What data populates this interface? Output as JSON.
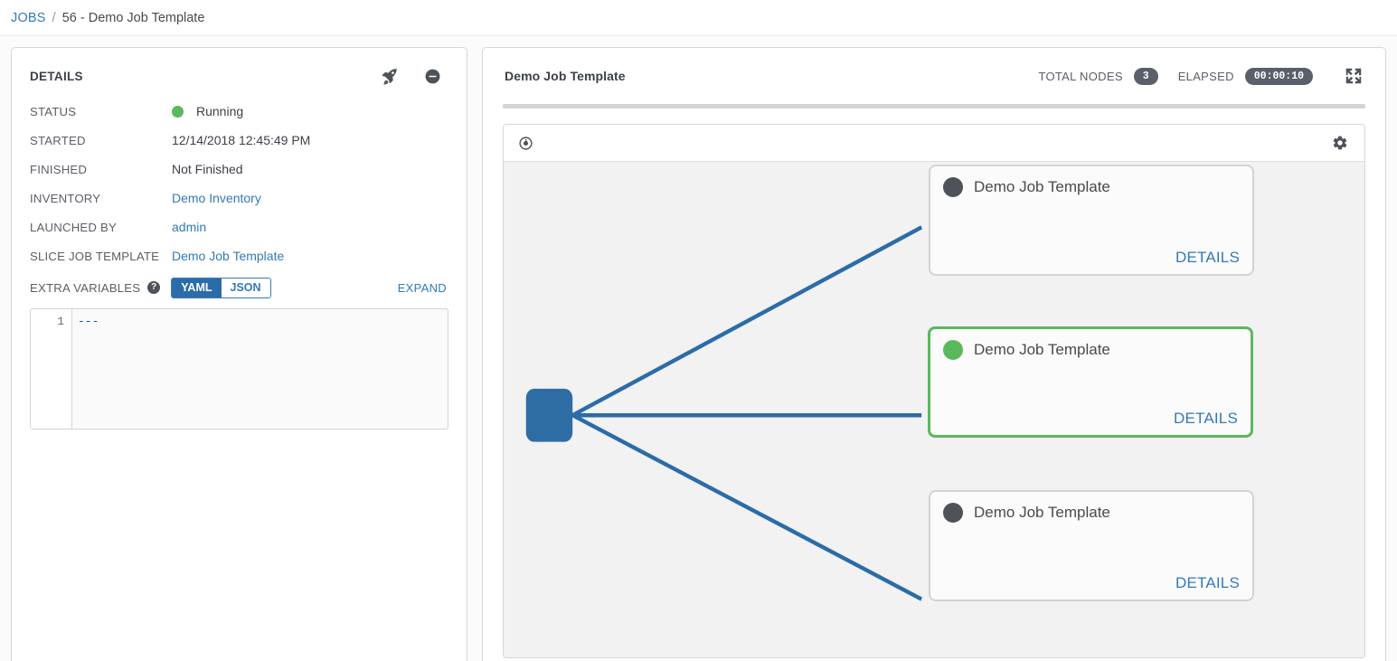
{
  "breadcrumb": {
    "root": "JOBS",
    "separator": "/",
    "current": "56 - Demo Job Template"
  },
  "details": {
    "title": "DETAILS",
    "icons": {
      "relaunch": "rocket-icon",
      "cancel": "minus-circle-icon"
    },
    "fields": [
      {
        "label": "STATUS",
        "value": "Running",
        "type": "status",
        "status_color": "#5cb85c"
      },
      {
        "label": "STARTED",
        "value": "12/14/2018 12:45:49 PM",
        "type": "text"
      },
      {
        "label": "FINISHED",
        "value": "Not Finished",
        "type": "text"
      },
      {
        "label": "INVENTORY",
        "value": "Demo Inventory",
        "type": "link"
      },
      {
        "label": "LAUNCHED BY",
        "value": "admin",
        "type": "link"
      },
      {
        "label": "SLICE JOB TEMPLATE",
        "value": "Demo Job Template",
        "type": "link"
      }
    ],
    "extra_variables": {
      "label": "EXTRA VARIABLES",
      "help": "?",
      "yaml_label": "YAML",
      "json_label": "JSON",
      "selected_format": "YAML",
      "expand_label": "EXPAND",
      "line_number": "1",
      "code": "---"
    }
  },
  "workflow": {
    "title": "Demo Job Template",
    "total_nodes_label": "TOTAL NODES",
    "total_nodes_value": "3",
    "elapsed_label": "ELAPSED",
    "elapsed_value": "00:00:10",
    "expand_icon": "expand-arrows-icon",
    "toolbar": {
      "compass_icon": "compass-icon",
      "settings_icon": "gear-icon"
    },
    "start_node": {
      "name": "workflow-start-node",
      "color": "#2e6da4"
    },
    "link_color": "#2b6ca8",
    "nodes": [
      {
        "name": "Demo Job Template",
        "status": "pending",
        "details_label": "DETAILS",
        "dot_color": "#4e5259"
      },
      {
        "name": "Demo Job Template",
        "status": "running",
        "details_label": "DETAILS",
        "dot_color": "#5cb85c"
      },
      {
        "name": "Demo Job Template",
        "status": "pending",
        "details_label": "DETAILS",
        "dot_color": "#4e5259"
      }
    ]
  }
}
